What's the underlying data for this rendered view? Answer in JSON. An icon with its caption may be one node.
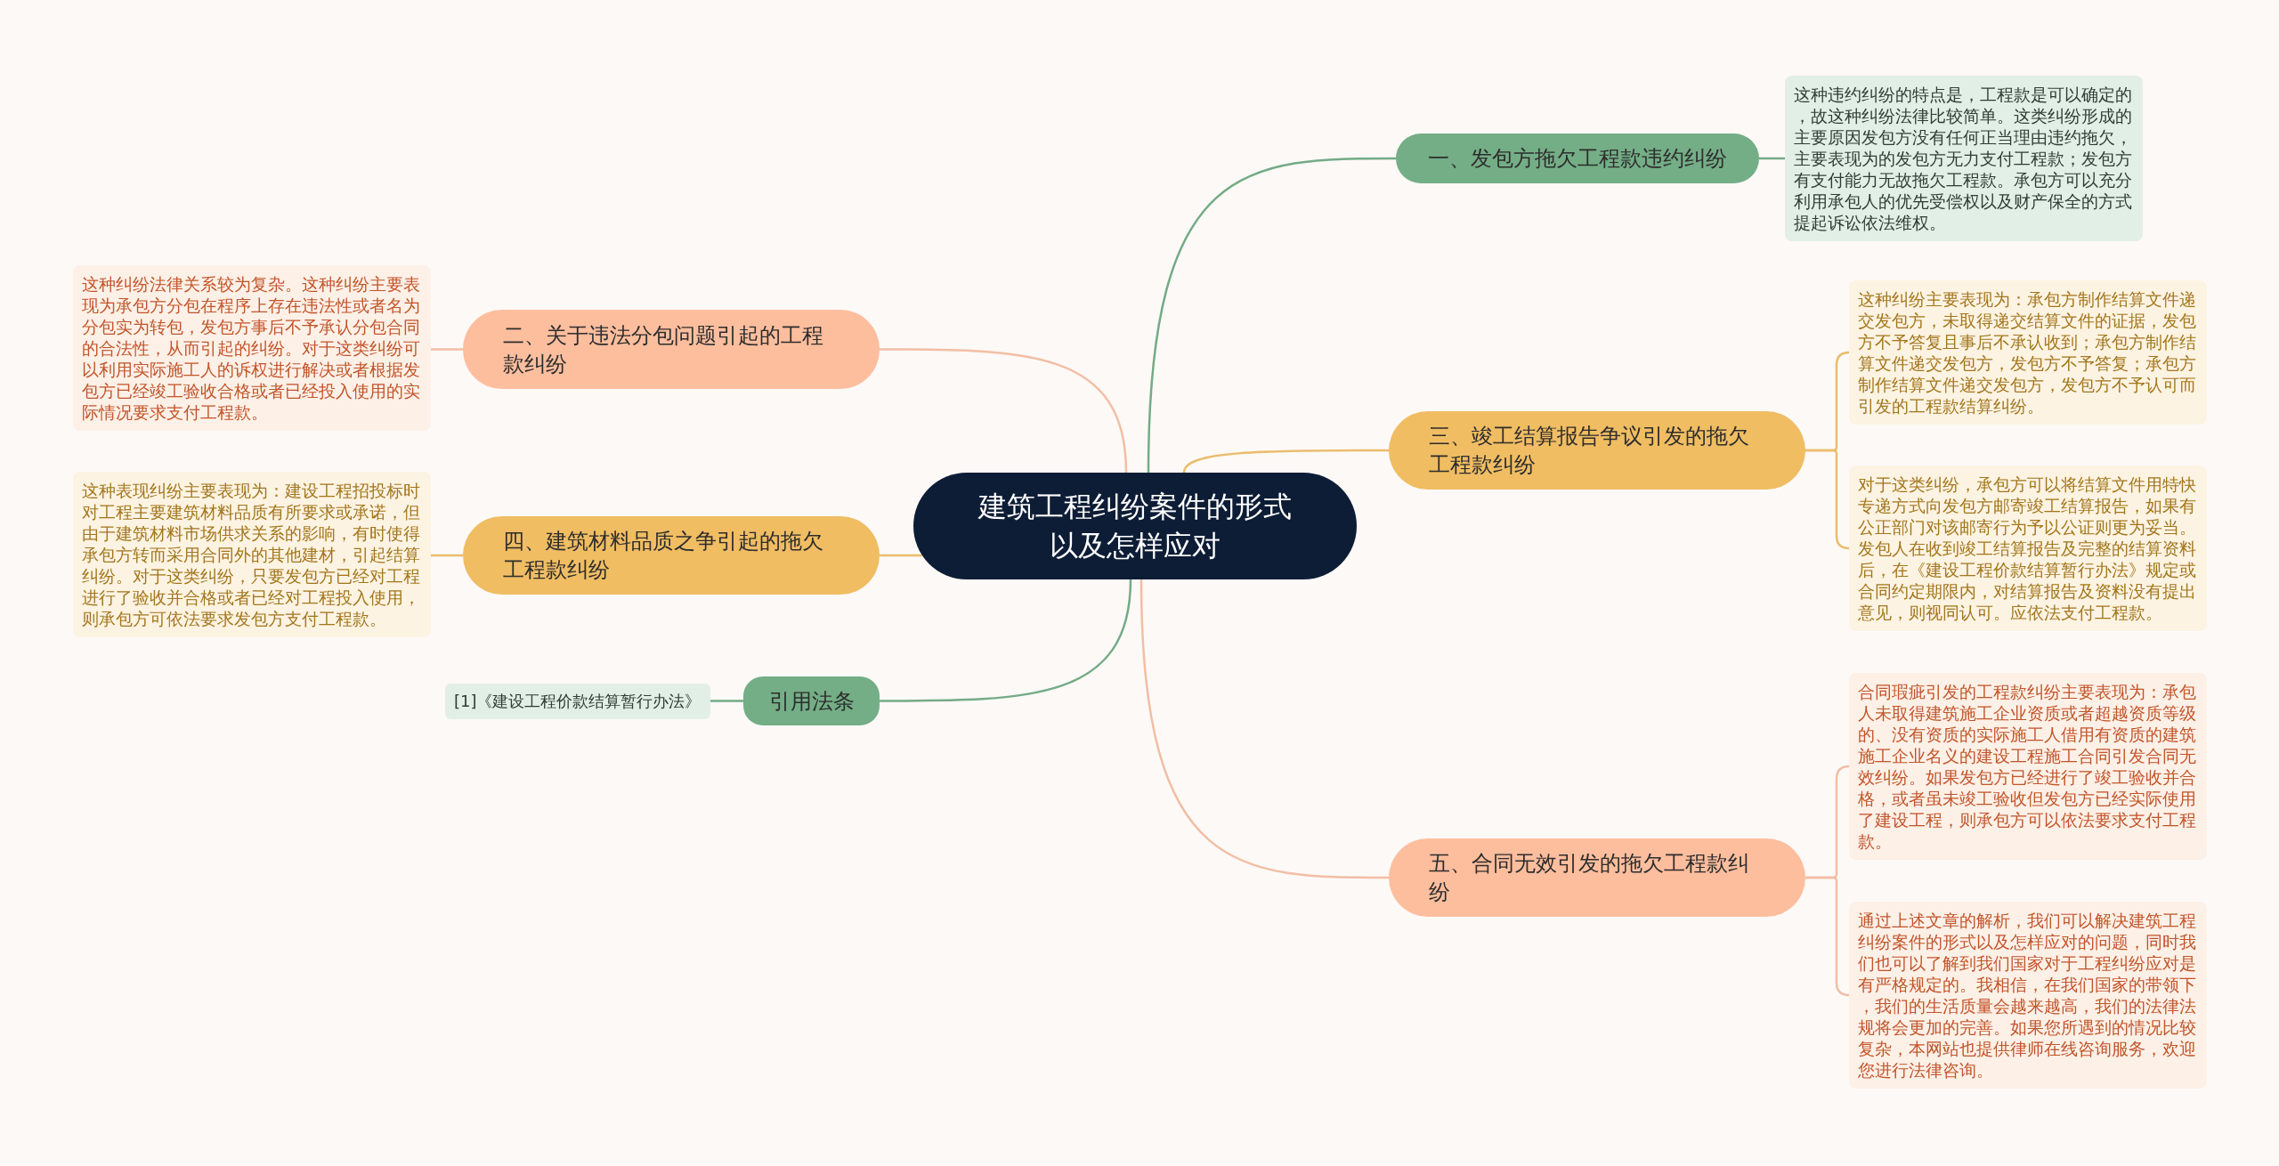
{
  "diagram": {
    "nodes": [
      {
        "text": [
          "建筑工程纠纷案件的形式以及怎样应对"
        ]
      },
      {
        "text": [
          "一、发包方拖欠工程款违约纠纷"
        ]
      },
      {
        "text": [
          "这种违约纠纷的特点是，工程款是可以确定的，故这种纠纷法律比较简单。这类纠纷形成的主要原因发包方没有任何正当理由违约拖欠，主要表现为的发包方无力支付工程款；发包方有支付能力无故拖欠工程款。承包方可以充分利用承包人的优先受偿权以及财产保全的方式提起诉讼依法维权。"
        ]
      },
      {
        "text": [
          "二、关于违法分包问题引起的工程款纠纷"
        ]
      },
      {
        "text": [
          "这种纠纷法律关系较为复杂。这种纠纷主要表现为承包方分包在程序上存在违法性或者名为分包实为转包，发包方事后不予承认分包合同的合法性，从而引起的纠纷。对于这类纠纷可以利用实际施工人的诉权进行解决或者根据发包方已经竣工验收合格或者已经投入使用的实际情况要求支付工程款。"
        ]
      },
      {
        "text": [
          "三、竣工结算报告争议引发的拖欠工程款纠纷"
        ]
      },
      {
        "text": [
          "这种纠纷主要表现为：承包方制作结算文件递交发包方，未取得递交结算文件的证据，发包方不予答复且事后不承认收到；承包方制作结算文件递交发包方，发包方不予答复；承包方制作结算文件递交发包方，发包方不予认可而引发的工程款结算纠纷。"
        ]
      },
      {
        "text": [
          "对于这类纠纷，承包方可以将结算文件用特快专递方式向发包方邮寄竣工结算报告，如果有公正部门对该邮寄行为予以公证则更为妥当。发包人在收到竣工结算报告及完整的结算资料后，在《建设工程价款结算暂行办法》规定或合同约定期限内，对结算报告及资料没有提出意见，则视同认可。应依法支付工程款。"
        ]
      },
      {
        "text": [
          "四、建筑材料品质之争引起的拖欠工程款纠纷"
        ]
      },
      {
        "text": [
          "这种表现纠纷主要表现为：建设工程招投标时对工程主要建筑材料品质有所要求或承诺，但由于建筑材料市场供求关系的影响，有时使得承包方转而采用合同外的其他建材，引起结算纠纷。对于这类纠纷，只要发包方已经对工程进行了验收并合格或者已经对工程投入使用，则承包方可依法要求发包方支付工程款。"
        ]
      },
      {
        "text": [
          "引用法条"
        ]
      },
      {
        "text": [
          "[1]《建设工程价款结算暂行办法》"
        ]
      },
      {
        "text": [
          "五、合同无效引发的拖欠工程款纠纷"
        ]
      },
      {
        "text": [
          "合同瑕疵引发的工程款纠纷主要表现为：承包人未取得建筑施工企业资质或者超越资质等级的、没有资质的实际施工人借用有资质的建筑施工企业名义的建设工程施工合同引发合同无效纠纷。如果发包方已经进行了竣工验收并合格，或者虽未竣工验收但发包方已经实际使用了建设工程，则承包方可以依法要求支付工程款。"
        ]
      },
      {
        "text": [
          "通过上述文章的解析，我们可以解决建筑工程纠纷案件的形式以及怎样应对的问题，同时我们也可以了解到我们国家对于工程纠纷应对是有严格规定的。我相信，在我们国家的带领下，我们的生活质量会越来越高，我们的法律法规将会更加的完善。如果您所遇到的情况比较复杂，本网站也提供律师在线咨询服务，欢迎您进行法律咨询。"
        ]
      }
    ],
    "edges": [
      {
        "from": 0,
        "to": 1,
        "arrow": "none",
        "color": "#74ab86"
      },
      {
        "from": 0,
        "to": 3,
        "arrow": "none",
        "color": "#f2bea4"
      },
      {
        "from": 0,
        "to": 5,
        "arrow": "none"
      },
      {
        "from": 0,
        "to": 8,
        "arrow": "none"
      },
      {
        "from": 0,
        "to": 10,
        "arrow": "none",
        "color": "#74ab86"
      },
      {
        "from": 0,
        "to": 12,
        "arrow": "none",
        "color": "#f2bea4"
      },
      {
        "from": 1,
        "to": 2,
        "arrow": "none",
        "color": "#74ab86"
      },
      {
        "from": 3,
        "to": 4,
        "arrow": "none",
        "color": "#f2bea4"
      },
      {
        "from": 5,
        "to": 6,
        "arrow": "none"
      },
      {
        "from": 5,
        "to": 7,
        "arrow": "none"
      },
      {
        "from": 8,
        "to": 9,
        "arrow": "none"
      },
      {
        "from": 10,
        "to": 11,
        "arrow": "none",
        "color": "#74ab86"
      },
      {
        "from": 12,
        "to": 13,
        "arrow": "none",
        "color": "#f2bea4"
      },
      {
        "from": 12,
        "to": 14,
        "arrow": "none",
        "color": "#f2bea4"
      }
    ]
  }
}
